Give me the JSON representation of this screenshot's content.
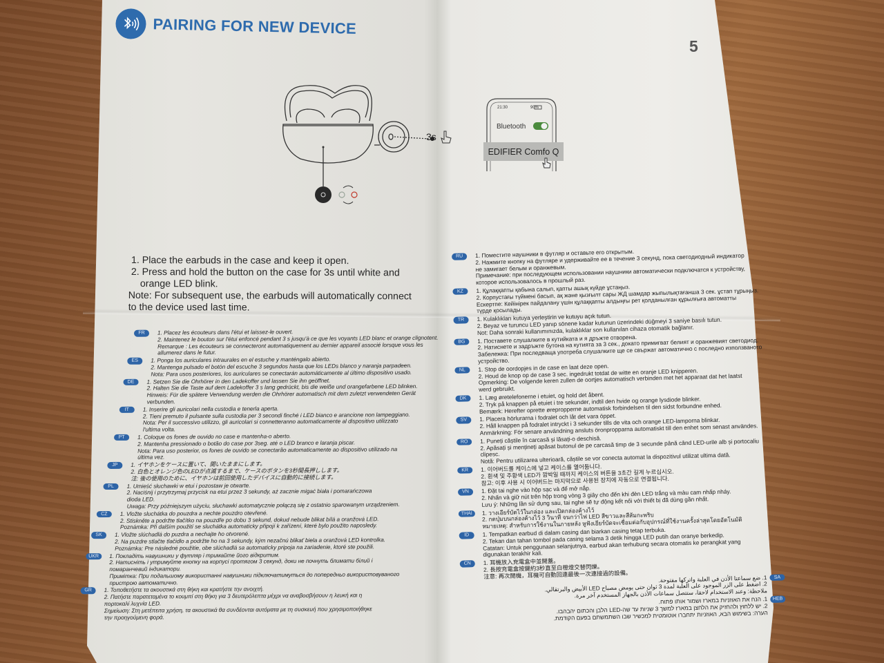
{
  "header": {
    "title": "PAIRING FOR NEW DEVICE",
    "icon": "bluetooth-sound-icon",
    "page_number": "5"
  },
  "diagram": {
    "press_duration": "3s",
    "led_colors": [
      "#9aa59a",
      "#c0392b"
    ]
  },
  "phone": {
    "time": "21:30",
    "battery": "90%",
    "bluetooth_label": "Bluetooth",
    "bluetooth_on": true,
    "device_name": "EDIFIER Comfo Q",
    "toggle_color": "#4a8a3c"
  },
  "instructions": {
    "step1": "1. Place the earbuds in the case and keep it open.",
    "step2a": "2. Press and hold the button on the case for 3s until white and",
    "step2b": "orange LED blink.",
    "note_a": "Note: For subsequent use, the earbuds will automatically connect",
    "note_b": "to the device used last time."
  },
  "colors": {
    "accent": "#2e6bad",
    "badge": "#2e64a6"
  },
  "languages_left": [
    {
      "code": "FR",
      "lines": [
        "1. Placez les écouteurs dans l'étui et laissez-le ouvert.",
        "2. Maintenez le bouton sur l'étui enfoncé pendant 3 s jusqu'à ce que les voyants LED blanc et orange clignotent.",
        "Remarque : Les écouteurs se connecteront automatiquement au dernier appareil associé lorsque vous les",
        "allumerez dans le futur."
      ]
    },
    {
      "code": "ES",
      "lines": [
        "1. Ponga los auriculares intraurales en el estuche y manténgalo abierto.",
        "2. Mantenga pulsado el botón del escuche 3 segundos hasta que los LEDs blanco y naranja parpadeen.",
        "Nota: Para usos posteriores, los auriculares se conectarán automáticamente al último dispositivo usado."
      ]
    },
    {
      "code": "DE",
      "lines": [
        "1. Setzen Sie die Ohrhörer in den Ladekoffer und lassen Sie ihn geöffnet.",
        "2. Halten Sie die Taste auf dem Ladekoffer 3 s lang gedrückt, bis die weiße und orangefarbene LED blinken.",
        "Hinweis: Für die spätere Verwendung werden die Ohrhörer automatisch mit dem zuletzt verwendeten Gerät",
        "verbunden."
      ]
    },
    {
      "code": "IT",
      "lines": [
        "1. Inserire gli auricolari nella custodia e tenerla aperta.",
        "2. Tieni premuto il pulsante sulla custodia per 3 secondi finché i LED bianco e arancione non lampeggiano.",
        "Nota: Per il successivo utilizzo, gli auricolari si connetteranno automaticamente al dispositivo utilizzato",
        "l'ultima volta."
      ]
    },
    {
      "code": "PT",
      "lines": [
        "1. Coloque os fones de ouvido no case e mantenha-o aberto.",
        "2. Mantenha pressionado o botão do case por 3seg. até o LED branco e laranja piscar.",
        "Nota: Para uso posterior, os fones de ouvido se conectarão automaticamente ao dispositivo utilizado na",
        "última vez."
      ]
    },
    {
      "code": "JP",
      "lines": [
        "1. イヤホンをケースに置いて、開いたままにします。",
        "2. 白色とオレンジ色のLEDが点滅するまで、ケースのボタンを3秒間長押しします。",
        "注: 後の使用のために、イヤホンは前回使用したデバイスに自動的に接続します。"
      ]
    },
    {
      "code": "PL",
      "lines": [
        "1. Umieść słuchawki w etui i pozostaw je otwarte.",
        "2. Naciśnij i przytrzymaj przycisk na etui przez 3 sekundy, aż zacznie migać biała i pomarańczowa",
        "dioda LED.",
        "Uwaga: Przy późniejszym użyciu, słuchawki automatycznie połączą się z ostatnio sparowanym urządzeniem."
      ]
    },
    {
      "code": "CZ",
      "lines": [
        "1. Vložte sluchátka do pouzdra a nechte pouzdro otevřené.",
        "2. Stiskněte a podržte tlačítko na pouzdře po dobu 3 sekund, dokud nebude blikat bílá a oranžová LED.",
        "Poznámka: Při dalším použití se sluchátka automaticky připojí k zařízení, které bylo použito naposledy."
      ]
    },
    {
      "code": "SK",
      "lines": [
        "1. Vložte slúchadlá do puzdra a nechajte ho otvorené.",
        "2. Na puzdre stlačte tlačidlo a podržte ho na 3 sekundy, kým nezačnú blikať biela a oranžová LED kontrolka.",
        "Poznámka: Pre následné použitie, obe slúchadlá sa automaticky pripoja na zariadenie, ktoré ste použili."
      ]
    },
    {
      "code": "UKR",
      "lines": [
        "1. Покладіть навушники у футляр і тримайте його відкритим.",
        "2. Натисніть і утримуйте кнопку на корпусі протягом 3 секунд, доки не почнуть блимати білий і",
        "помаранчевий індикатори.",
        "Примітка: При подальшому використанні навушники підключатимуться до попередньо використовуваного",
        "пристрою автоматично."
      ]
    },
    {
      "code": "GR",
      "lines": [
        "1. Τοποθετήστε τα ακουστικά στη θήκη και κρατήστε την ανοιχτή.",
        "2. Πατήστε παρατεταμένα το κουμπί στη θήκη για 3 δευτερόλεπτα μέχρι να αναβοσβήσουν η λευκή και η",
        "πορτοκαλί λυχνία LED.",
        "Σημείωση: Στη μετέπειτα χρήση, τα ακουστικά θα συνδέονται αυτόματα με τη συσκευή που χρησιμοποιήθηκε",
        "την προηγούμενη φορά."
      ]
    }
  ],
  "languages_right": [
    {
      "code": "RU",
      "lines": [
        "1. Поместите наушники в футляр и оставьте его открытым.",
        "2. Нажмите кнопку на футляре и удерживайте ее в течение 3 секунд, пока светодиодный индикатор",
        "не замигает белым и оранжевым.",
        "Примечание: при последующем использовании наушники автоматически подключатся к устройству,",
        "которое использовалось в прошлый раз."
      ]
    },
    {
      "code": "KZ",
      "lines": [
        "1. Құлаққапты қабына салып, қапты ашық күйде ұстаңыз.",
        "2. Корпустағы түймені басып, ақ және қызғылт сары ЖД шамдар жыпылықтағанша 3 сек. ұстап тұрыңыз.",
        "Ескертпе: Кейінірек пайдалану үшін құлаққапты алдыңғы рет қолданылған құрылғыға автоматты",
        "түрде қосылады."
      ]
    },
    {
      "code": "TR",
      "lines": [
        "1. Kulaklıkları kutuya yerleştirin ve kutuyu açık tutun.",
        "2. Beyaz ve turuncu LED yanıp sönene kadar kutunun üzerindeki düğmeyi 3 saniye basılı tutun.",
        "Not: Daha sonraki kullanımınızda, kulaklıklar son kullanılan cihaza otomatik bağlanır."
      ]
    },
    {
      "code": "BG",
      "lines": [
        "1. Поставете слушалките в кутийката и я дръжте отворена.",
        "2. Натиснете и задръжте бутона на кутията за 3 сек., докато примигват белият и оранжевият светодиод.",
        "Забележка: При последваща употреба слушалките ще се свържат автоматично с последно използваното",
        "устройство."
      ]
    },
    {
      "code": "NL",
      "lines": [
        "1. Stop de oordopjes in de case en laat deze open.",
        "2. Houd de knop op de case 3 sec. ingedrukt totdat de witte en oranje LED knipperen.",
        "Opmerking: De volgende keren zullen de oortjes automatisch verbinden met het apparaat dat het laatst",
        "werd gebruikt."
      ]
    },
    {
      "code": "DK",
      "lines": [
        "1. Læg øretelefonerne i etuiet, og hold det åbent.",
        "2. Tryk på knappen på etuiet i tre sekunder, indtil den hvide og orange lysdiode blinker.",
        "Bemærk: Herefter oprette ørepropperne automatisk forbindelsen til den sidst forbundne enhed."
      ]
    },
    {
      "code": "SV",
      "lines": [
        "1. Placera hörlurarna i fodralet och låt det vara öppet.",
        "2. Håll knappen på fodralet intryckt i 3 sekunder tills de vita och orange LED-lamporna blinkar.",
        "Anmärkning: För senare användning ansluts öronpropparna automatiskt till den enhet som senast användes."
      ]
    },
    {
      "code": "RO",
      "lines": [
        "1. Puneți căștile în carcasă și lăsați-o deschisă.",
        "2. Apăsați și mențineți apăsat butonul de pe carcasă timp de 3 secunde până când LED-urile alb și portocaliu",
        "clipesc.",
        "Notă: Pentru utilizarea ulterioară, căștile se vor conecta automat la dispozitivul utilizat ultima dată."
      ]
    },
    {
      "code": "KR",
      "lines": [
        "1. 이어버드를 케이스에 넣고 케이스를 열어둡니다.",
        "2. 흰색 및 주황색 LED가 깜박일 때까지 케이스의 버튼을 3초간 길게 누르십시오.",
        "참고: 이후 사용 시 이어버드는 마지막으로 사용된 장치에 자동으로 연결됩니다."
      ]
    },
    {
      "code": "VN",
      "lines": [
        "1.  Đặt tai nghe vào hộp sạc và để mở nắp.",
        "2. Nhấn và giữ nút trên hộp trong vòng 3 giây cho đến khi đèn LED trắng và màu cam nhấp nháy.",
        "Lưu ý: Những lần sử dụng sau, tai nghe sẽ tự động kết nối với thiết bị đã dùng gần nhất."
      ]
    },
    {
      "code": "THAI",
      "lines": [
        "1. วางเอียร์บัดไว้ในกล่อง และเปิดกล่องค้างไว้",
        "2. กดปุ่มบนกล่องค้างไว้ 3 วินาที จนกว่าไฟ LED สีขาวและสีส้มกะพริบ",
        "หมายเหตุ: สำหรับการใช้งานในภายหลัง หูฟังเอียร์บัดจะเชื่อมต่อกับอุปกรณ์ที่ใช้งานครั้งล่าสุดโดยอัตโนมัติ"
      ]
    },
    {
      "code": "ID",
      "lines": [
        "1. Tempatkan earbud di dalam casing dan biarkan casing tetap terbuka.",
        "2. Tekan dan tahan tombol pada casing selama 3 detik hingga LED putih dan oranye berkedip.",
        "Catatan: Untuk penggunaan selanjutnya, earbud akan terhubung secara otomatis ke perangkat yang",
        "digunakan terakhir kali."
      ]
    },
    {
      "code": "CN",
      "lines": [
        "1. 耳機放入充電盒中並開蓋。",
        "2. 長按充電盒按鍵約3秒直至白橙燈交替閃爍。",
        "注意: 再次開機，耳機可自動回連最後一次連接過的設備。"
      ]
    }
  ],
  "languages_rtl": [
    {
      "code": "SA",
      "lines": [
        "1. ضع سماعتا الأذن في العلبة واتركها مفتوحة.",
        "2. اضغط على الزر الموجود على العلبة لمدة 3 ثوان حتى يومض مصباح LED الأبيض والبرتقالي.",
        "ملاحظة: وعند الاستخدام لاحقا، ستتصل سماعات الأذن بالجهاز المستخدم آخر مرة."
      ]
    },
    {
      "code": "HEB",
      "lines": [
        "1. הנח את האוזניות במארז ושמור אותו פתוח.",
        "2. יש ללחוץ ולהחזיק את הלחצן במארז למשך 3 שניות עד שה-LED הלבן והכתום יהבהבו.",
        "הערה: בשימוש הבא, האוזניות יתחברו אוטומטית למכשיר שבו השתמשתם בפעם הקודמת."
      ]
    }
  ]
}
